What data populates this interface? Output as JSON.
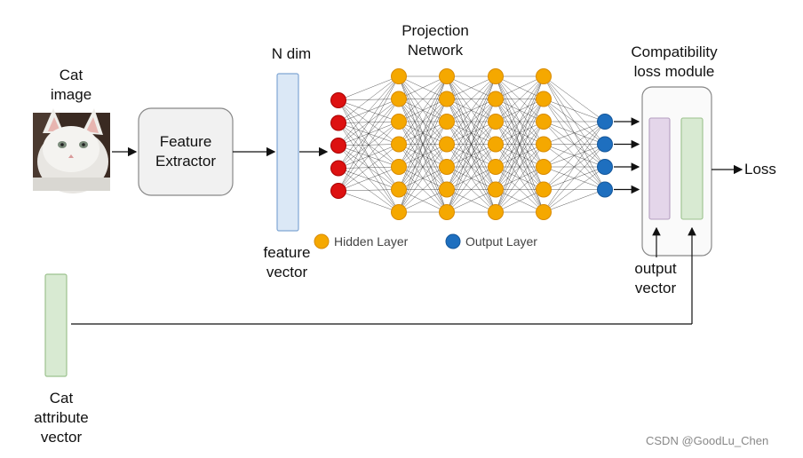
{
  "labels": {
    "cat_image": "Cat\nimage",
    "feature_extractor": "Feature\nExtractor",
    "n_dim": "N dim",
    "feature_vector": "feature\nvector",
    "projection_network": "Projection\nNetwork",
    "compat_module": "Compatibility\nloss module",
    "loss": "Loss",
    "output_vector": "output\nvector",
    "cat_attribute": "Cat\nattribute\nvector",
    "legend_hidden": "Hidden Layer",
    "legend_output": "Output Layer"
  },
  "watermark": "CSDN @GoodLu_Chen",
  "colors": {
    "input_node": "#dd1111",
    "hidden_node": "#f5a800",
    "output_node": "#1e6fbf",
    "feature_vector_fill": "#dbe8f6",
    "attribute_fill": "#d8ead2",
    "purple_bar": "#e4d6ea",
    "green_bar": "#d8ead2"
  },
  "network": {
    "input_count": 5,
    "hidden_layers": [
      7,
      7,
      7,
      7
    ],
    "output_count": 4
  }
}
